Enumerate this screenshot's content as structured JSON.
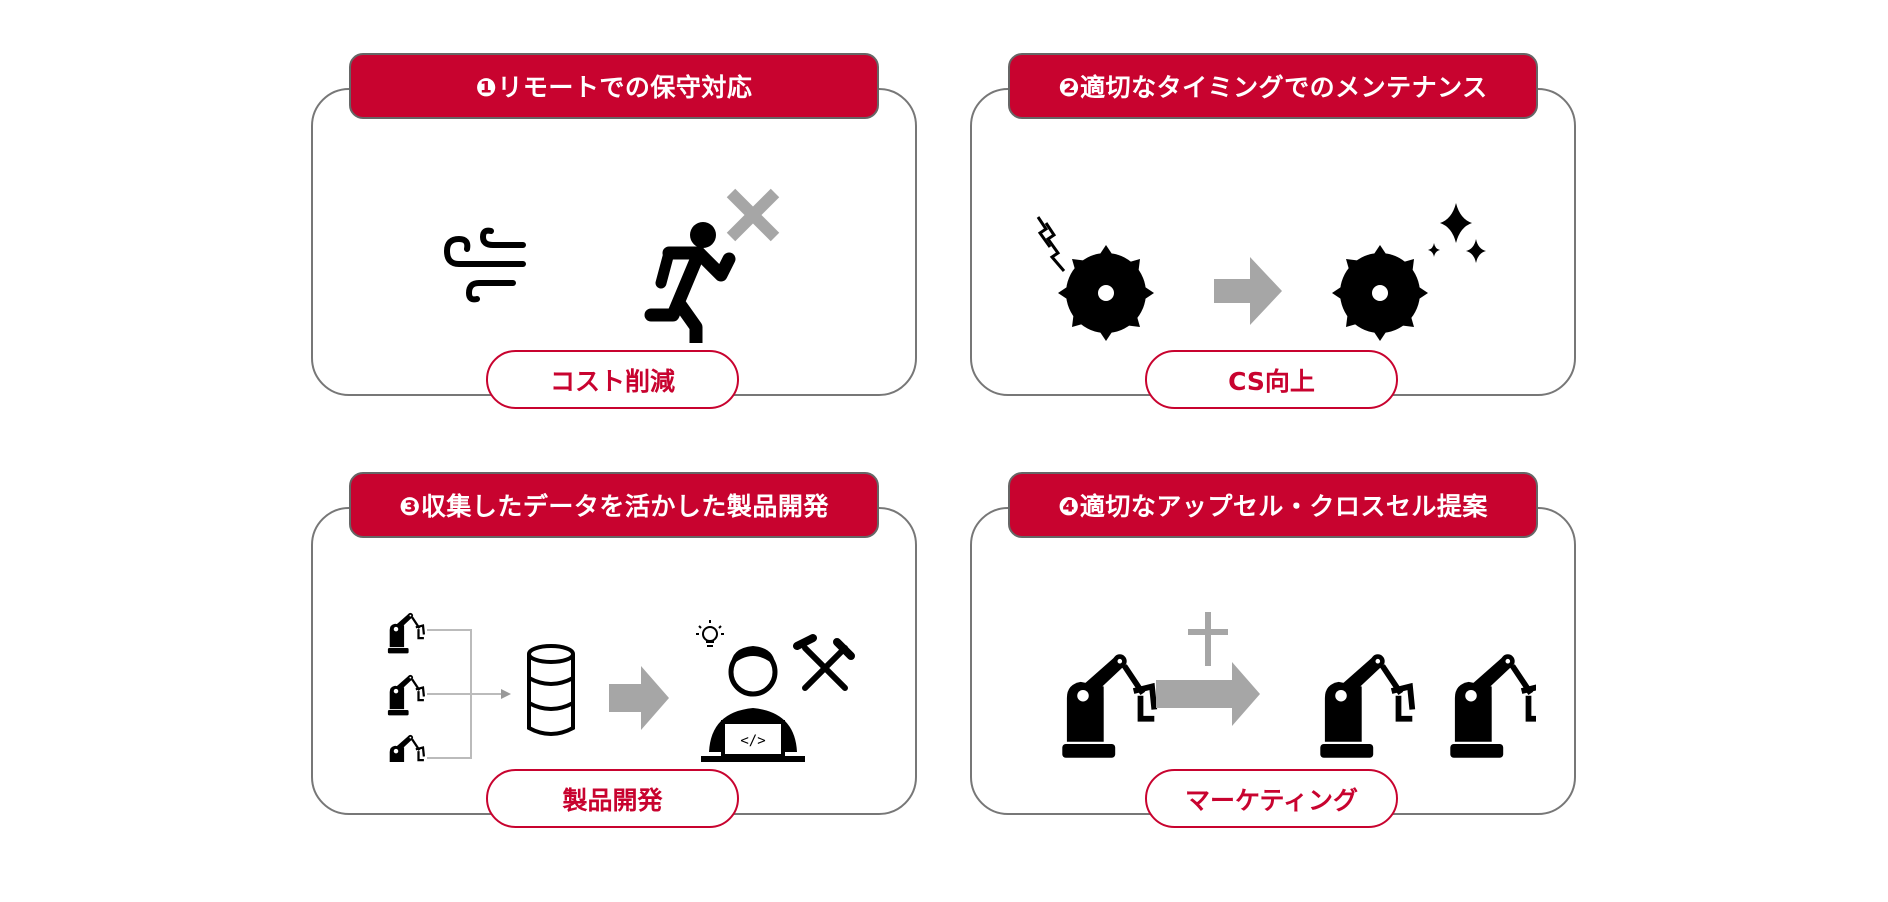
{
  "cards": [
    {
      "title": "❶リモートでの保守対応",
      "result": "コスト削減"
    },
    {
      "title": "❷適切なタイミングでのメンテナンス",
      "result": "CS向上"
    },
    {
      "title": "❸収集したデータを活かした製品開発",
      "result": "製品開発"
    },
    {
      "title": "❹適切なアップセル・クロスセル提案",
      "result": "マーケティング"
    }
  ],
  "colors": {
    "accent": "#c8032f",
    "border": "#777777",
    "arrow": "#a6a6a6"
  }
}
